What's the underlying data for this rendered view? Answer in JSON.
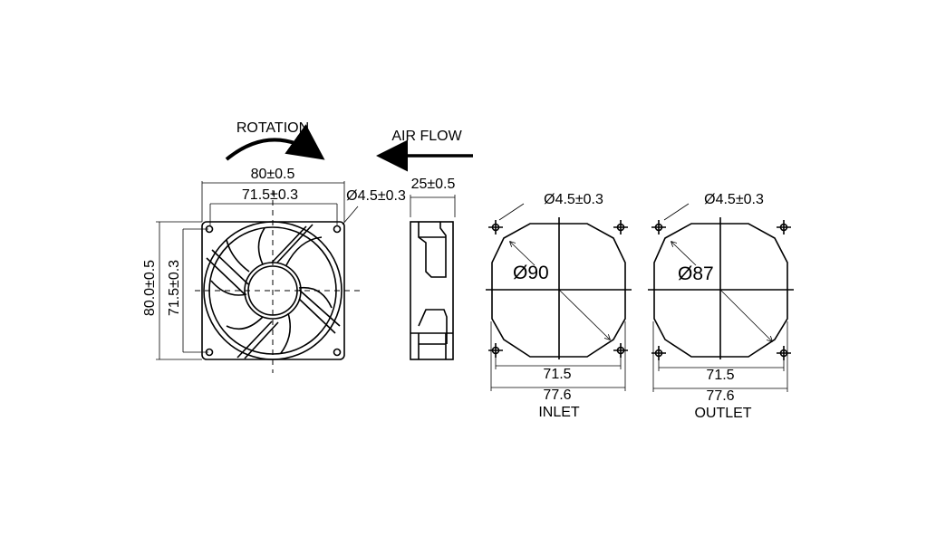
{
  "labels": {
    "rotation": "ROTATION",
    "air_flow": "AIR FLOW",
    "front_width_outer": "80±0.5",
    "front_width_hole": "71.5±0.3",
    "front_hole_dia": "Ø4.5±0.3",
    "front_height_outer": "80.0±0.5",
    "front_height_hole": "71.5±0.3",
    "side_depth": "25±0.5",
    "inlet_hole_dia": "Ø4.5±0.3",
    "inlet_opening_dia": "Ø90",
    "inlet_hole_spacing": "71.5",
    "inlet_width": "77.6",
    "inlet_title": "INLET",
    "outlet_hole_dia": "Ø4.5±0.3",
    "outlet_opening_dia": "Ø87",
    "outlet_hole_spacing": "71.5",
    "outlet_width": "77.6",
    "outlet_title": "OUTLET"
  }
}
